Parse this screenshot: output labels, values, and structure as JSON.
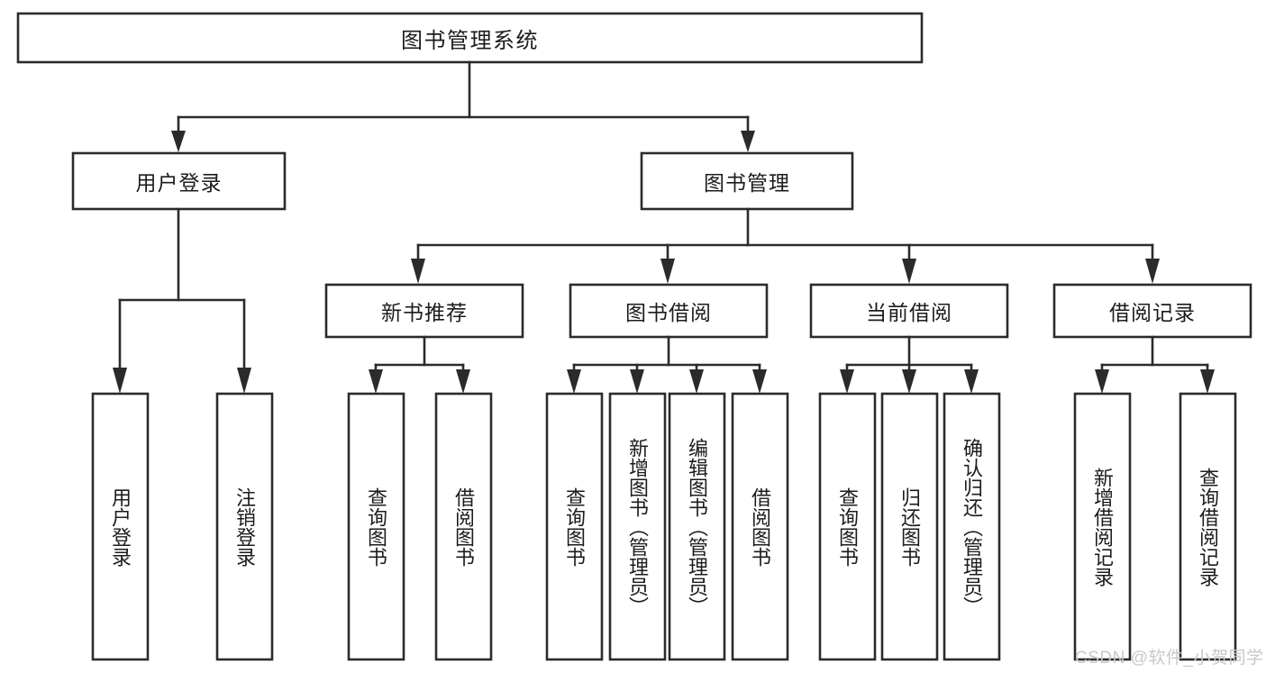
{
  "diagram": {
    "type": "tree",
    "title": "图书管理系统",
    "watermark": "CSDN @软件_小贺同学",
    "colors": {
      "stroke": "#2b2b2b",
      "fill": "#ffffff",
      "text": "#1c1c1c",
      "watermark": "#c8c8c8",
      "background": "#ffffff"
    },
    "levels": {
      "root": {
        "label": "图书管理系统"
      },
      "level2": [
        {
          "label": "用户登录"
        },
        {
          "label": "图书管理"
        }
      ],
      "level3": [
        {
          "label": "新书推荐"
        },
        {
          "label": "图书借阅"
        },
        {
          "label": "当前借阅"
        },
        {
          "label": "借阅记录"
        }
      ],
      "leaves": {
        "user_login": [
          {
            "label": "用户登录"
          },
          {
            "label": "注销登录"
          }
        ],
        "new_book_recommend": [
          {
            "label": "查询图书"
          },
          {
            "label": "借阅图书"
          }
        ],
        "book_borrow": [
          {
            "label": "查询图书"
          },
          {
            "label": "新增图书（管理员）"
          },
          {
            "label": "编辑图书（管理员）"
          },
          {
            "label": "借阅图书"
          }
        ],
        "current_borrow": [
          {
            "label": "查询图书"
          },
          {
            "label": "归还图书"
          },
          {
            "label": "确认归还（管理员）"
          }
        ],
        "borrow_record": [
          {
            "label": "新增借阅记录"
          },
          {
            "label": "查询借阅记录"
          }
        ]
      }
    }
  }
}
